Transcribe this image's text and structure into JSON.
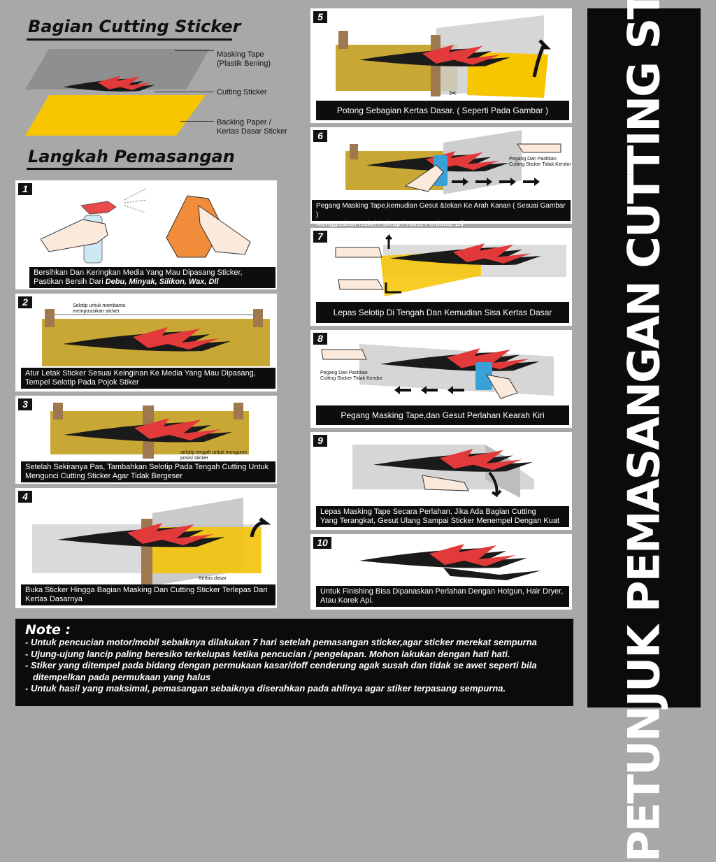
{
  "parts": {
    "title": "Bagian Cutting Sticker",
    "masking_label": "Masking Tape\n(Plastik Bening)",
    "masking_l1": "Masking Tape",
    "masking_l2": "(Plastik Bening)",
    "cutting_label": "Cutting Sticker",
    "backing_l1": "Backing Paper /",
    "backing_l2": "Kertas Dasar Sticker"
  },
  "steps_title": "Langkah Pemasangan",
  "steps": [
    {
      "n": "1",
      "l1": "Bersihkan Dan Keringkan Media Yang Mau Dipasang Sticker,",
      "l2_plain": "Pastikan Bersih Dari ",
      "l2_bold": "Debu, Minyak, Silikon, Wax, Dll"
    },
    {
      "n": "2",
      "l1": "Atur Letak Sticker Sesuai Keinginan Ke Media Yang Mau Dipasang,",
      "l2": "Tempel Selotip Pada Pojok Stiker",
      "note1": "Selotip untuk membantu",
      "note2": "memposisikan sticker"
    },
    {
      "n": "3",
      "l1": "Setelah Sekiranya Pas, Tambahkan Selotip Pada Tengah Cutting Untuk",
      "l2": "Mengunci Cutting Sticker Agar Tidak Bergeser",
      "note1": "selotip tengah untuk mengunci",
      "note2": "posisi sticker"
    },
    {
      "n": "4",
      "l1": "Buka Sticker  Hingga Bagian Masking Dan Cutting Sticker Terlepas Dari",
      "l2": "Kertas Dasarnya",
      "note1": "Kertas dasar"
    },
    {
      "n": "5",
      "l1": "Potong Sebagian Kertas Dasar. ( Seperti Pada Gambar )"
    },
    {
      "n": "6",
      "l1": "Pegang Masking Tape,kemudian Gesut &tekan Ke Arah Kanan ( Sesuai Gambar )",
      "l2": "Mengguakan Rakel / Skrap / Kartu Perdana, Dll",
      "note1": "Pegang Dan Pastikan",
      "note2": "Cutting Sticker Tidak Kendor"
    },
    {
      "n": "7",
      "l1": "Lepas Selotip  Di Tengah Dan Kemudian Sisa Kertas Dasar"
    },
    {
      "n": "8",
      "l1": "Pegang Masking Tape,dan Gesut Perlahan Kearah Kiri",
      "note1": "Pegang Dan Pastikan",
      "note2": "Cutting Sticker Tidak Kendor"
    },
    {
      "n": "9",
      "l1": "Lepas Masking Tape Secara Perlahan, Jika Ada Bagian Cutting",
      "l2": "Yang Terangkat, Gesut Ulang Sampai Sticker Menempel Dengan Kuat"
    },
    {
      "n": "10",
      "l1": "Untuk Finishing Bisa Dipanaskan Perlahan Dengan Hotgun, Hair Dryer,",
      "l2": "Atau Korek Api."
    }
  ],
  "note": {
    "title": "Note :",
    "items": [
      "- Untuk pencucian motor/mobil sebaiknya dilakukan 7 hari setelah pemasangan sticker,agar sticker merekat sempurna",
      "- Ujung-ujung lancip paling beresiko terkelupas ketika pencucian / pengelapan. Mohon lakukan dengan hati hati.",
      "- Stiker yang ditempel pada bidang dengan permukaan kasar/doff cenderung agak susah dan tidak se awet seperti bila",
      "   ditempelkan pada permukaan yang halus",
      "- Untuk hasil yang maksimal, pemasangan sebaiknya diserahkan pada ahlinya agar stiker terpasang sempurna."
    ]
  },
  "side_title": "PETUNJUK PEMASANGAN CUTTING STICKER",
  "colors": {
    "yellow": "#f7c600",
    "mustard": "#c8a734",
    "tape": "#a07850",
    "red": "#e23a3a",
    "black": "#0b0b0b",
    "grey": "#bdbdbd"
  }
}
